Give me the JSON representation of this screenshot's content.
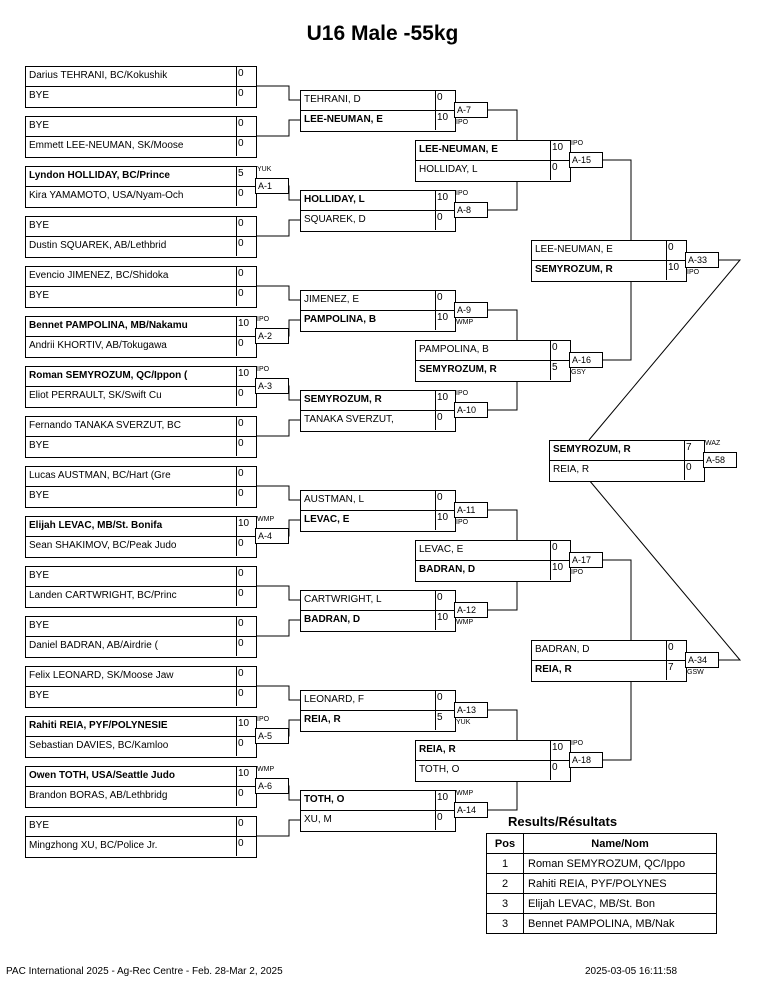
{
  "title": "U16 Male -55kg",
  "round1": [
    {
      "a": "Darius TEHRANI, BC/Kokushik",
      "as": "0",
      "b": "BYE",
      "bs": "0"
    },
    {
      "a": "BYE",
      "as": "0",
      "b": "Emmett LEE-NEUMAN, SK/Moose",
      "bs": "0"
    },
    {
      "a": "Lyndon HOLLIDAY, BC/Prince",
      "as": "5",
      "b": "Kira YAMAMOTO, USA/Nyam-Och",
      "bs": "0",
      "tag": "A-1",
      "win": "YUK",
      "aw": true
    },
    {
      "a": "BYE",
      "as": "0",
      "b": "Dustin SQUAREK, AB/Lethbrid",
      "bs": "0"
    },
    {
      "a": "Evencio JIMENEZ, BC/Shidoka",
      "as": "0",
      "b": "BYE",
      "bs": "0"
    },
    {
      "a": "Bennet PAMPOLINA, MB/Nakamu",
      "as": "10",
      "b": "Andrii KHORTIV, AB/Tokugawa",
      "bs": "0",
      "tag": "A-2",
      "win": "IPO",
      "aw": true
    },
    {
      "a": "Roman SEMYROZUM, QC/Ippon (",
      "as": "10",
      "b": "Eliot PERRAULT, SK/Swift Cu",
      "bs": "0",
      "tag": "A-3",
      "win": "IPO",
      "aw": true
    },
    {
      "a": "Fernando TANAKA SVERZUT, BC",
      "as": "0",
      "b": "BYE",
      "bs": "0"
    },
    {
      "a": "Lucas AUSTMAN, BC/Hart (Gre",
      "as": "0",
      "b": "BYE",
      "bs": "0"
    },
    {
      "a": "Elijah LEVAC, MB/St. Bonifa",
      "as": "10",
      "b": "Sean SHAKIMOV, BC/Peak Judo",
      "bs": "0",
      "tag": "A-4",
      "win": "WMP",
      "aw": true
    },
    {
      "a": "BYE",
      "as": "0",
      "b": "Landen CARTWRIGHT, BC/Princ",
      "bs": "0"
    },
    {
      "a": "BYE",
      "as": "0",
      "b": "Daniel BADRAN, AB/Airdrie (",
      "bs": "0"
    },
    {
      "a": "Felix LEONARD, SK/Moose Jaw",
      "as": "0",
      "b": "BYE",
      "bs": "0"
    },
    {
      "a": "Rahiti REIA, PYF/POLYNESIE",
      "as": "10",
      "b": "Sebastian DAVIES, BC/Kamloo",
      "bs": "0",
      "tag": "A-5",
      "win": "IPO",
      "aw": true
    },
    {
      "a": "Owen TOTH, USA/Seattle Judo",
      "as": "10",
      "b": "Brandon BORAS, AB/Lethbridg",
      "bs": "0",
      "tag": "A-6",
      "win": "WMP",
      "aw": true
    },
    {
      "a": "BYE",
      "as": "0",
      "b": "Mingzhong XU, BC/Police Jr.",
      "bs": "0"
    }
  ],
  "round2": [
    {
      "a": "TEHRANI, D",
      "as": "0",
      "b": "LEE-NEUMAN, E",
      "bs": "10",
      "tag": "A-7",
      "win": "IPO",
      "aw": false
    },
    {
      "a": "HOLLIDAY, L",
      "as": "10",
      "b": "SQUAREK, D",
      "bs": "0",
      "tag": "A-8",
      "win": "IPO",
      "aw": true
    },
    {
      "a": "JIMENEZ, E",
      "as": "0",
      "b": "PAMPOLINA, B",
      "bs": "10",
      "tag": "A-9",
      "win": "WMP",
      "aw": false
    },
    {
      "a": "SEMYROZUM, R",
      "as": "10",
      "b": "TANAKA SVERZUT,",
      "bs": "0",
      "tag": "A-10",
      "win": "IPO",
      "aw": true
    },
    {
      "a": "AUSTMAN, L",
      "as": "0",
      "b": "LEVAC, E",
      "bs": "10",
      "tag": "A-11",
      "win": "IPO",
      "aw": false
    },
    {
      "a": "CARTWRIGHT, L",
      "as": "0",
      "b": "BADRAN, D",
      "bs": "10",
      "tag": "A-12",
      "win": "WMP",
      "aw": false
    },
    {
      "a": "LEONARD, F",
      "as": "0",
      "b": "REIA, R",
      "bs": "5",
      "tag": "A-13",
      "win": "YUK",
      "aw": false
    },
    {
      "a": "TOTH, O",
      "as": "10",
      "b": "XU, M",
      "bs": "0",
      "tag": "A-14",
      "win": "WMP",
      "aw": true
    }
  ],
  "round3": [
    {
      "a": "LEE-NEUMAN, E",
      "as": "10",
      "b": "HOLLIDAY, L",
      "bs": "0",
      "tag": "A-15",
      "win": "IPO",
      "aw": true
    },
    {
      "a": "PAMPOLINA, B",
      "as": "0",
      "b": "SEMYROZUM, R",
      "bs": "5",
      "tag": "A-16",
      "win": "GSY",
      "aw": false
    },
    {
      "a": "LEVAC, E",
      "as": "0",
      "b": "BADRAN, D",
      "bs": "10",
      "tag": "A-17",
      "win": "IPO",
      "aw": false
    },
    {
      "a": "REIA, R",
      "as": "10",
      "b": "TOTH, O",
      "bs": "0",
      "tag": "A-18",
      "win": "IPO",
      "aw": true
    }
  ],
  "round4": [
    {
      "a": "LEE-NEUMAN, E",
      "as": "0",
      "b": "SEMYROZUM, R",
      "bs": "10",
      "tag": "A-33",
      "win": "IPO",
      "aw": false
    },
    {
      "a": "BADRAN, D",
      "as": "0",
      "b": "REIA, R",
      "bs": "7",
      "tag": "A-34",
      "win": "GSW",
      "aw": false
    }
  ],
  "final": {
    "a": "SEMYROZUM, R",
    "as": "7",
    "b": "REIA, R",
    "bs": "0",
    "tag": "A-58",
    "win": "WAZ",
    "aw": true
  },
  "results": {
    "title": "Results/Résultats",
    "col_pos": "Pos",
    "col_name": "Name/Nom",
    "rows": [
      {
        "pos": "1",
        "name": "Roman SEMYROZUM, QC/Ippo"
      },
      {
        "pos": "2",
        "name": "Rahiti REIA, PYF/POLYNES"
      },
      {
        "pos": "3",
        "name": "Elijah LEVAC, MB/St. Bon"
      },
      {
        "pos": "3",
        "name": "Bennet PAMPOLINA, MB/Nak"
      }
    ]
  },
  "footer": {
    "left": "PAC International 2025 - Ag-Rec Centre - Feb. 28-Mar 2, 2025",
    "right": "2025-03-05 16:11:58"
  }
}
